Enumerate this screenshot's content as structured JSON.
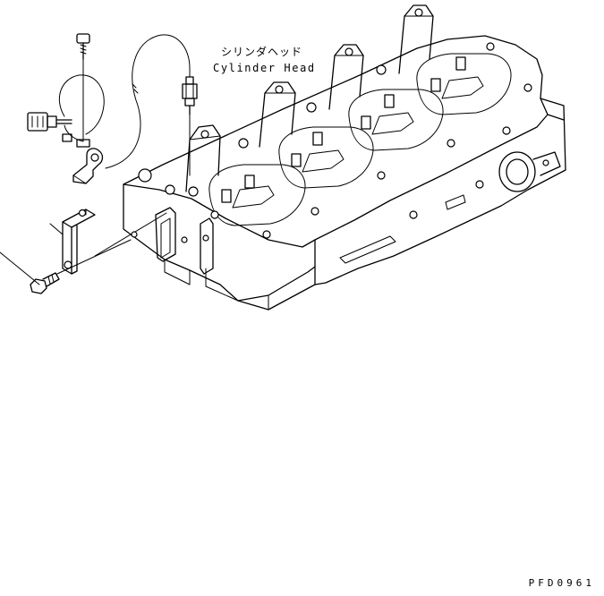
{
  "labels": {
    "part_name_jp": "シリンダヘッド",
    "part_name_en": "Cylinder Head",
    "figure_code": "PFD0961"
  },
  "colors": {
    "line": "#000000",
    "background": "#ffffff"
  }
}
